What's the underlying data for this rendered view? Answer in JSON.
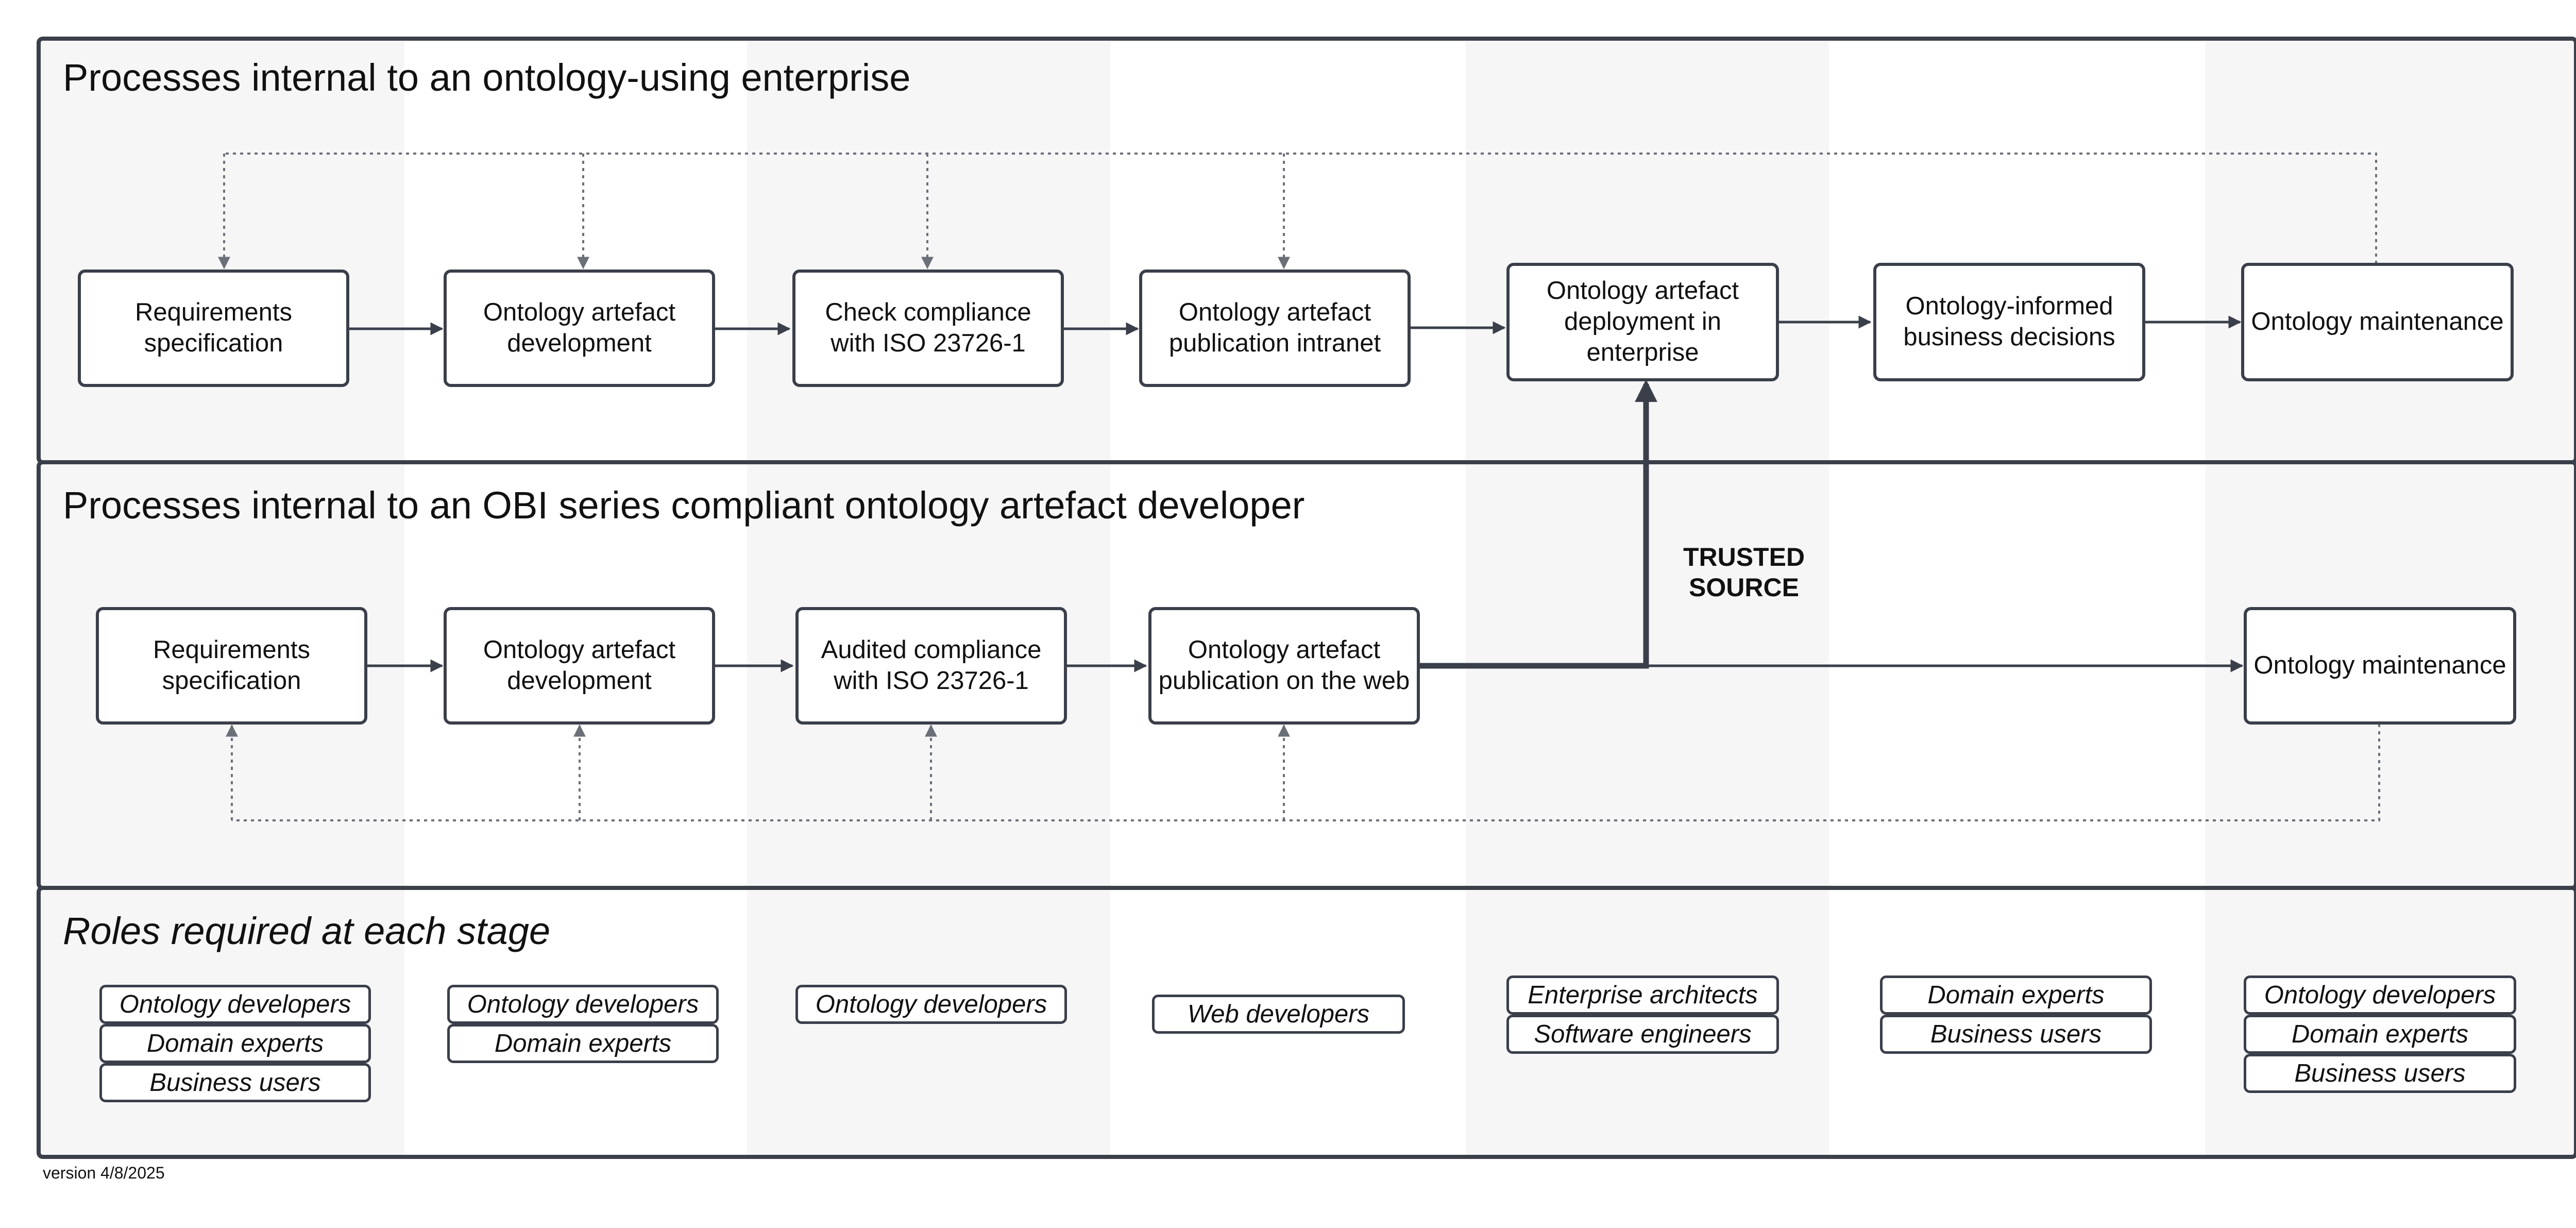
{
  "panels": {
    "enterprise_title": "Processes internal to an ontology-using enterprise",
    "developer_title": "Processes internal to an OBI series compliant ontology artefact developer",
    "roles_title": "Roles required at each stage"
  },
  "enterprise_steps": [
    "Requirements specification",
    "Ontology artefact development",
    "Check compliance with ISO 23726-1",
    "Ontology artefact publication intranet",
    "Ontology artefact deployment in enterprise",
    "Ontology-informed business decisions",
    "Ontology maintenance"
  ],
  "developer_steps": [
    "Requirements specification",
    "Ontology artefact development",
    "Audited compliance with ISO 23726-1",
    "Ontology artefact publication on the web",
    "Ontology maintenance"
  ],
  "trusted_label": "TRUSTED\nSOURCE",
  "roles": [
    [
      "Ontology developers",
      "Domain experts",
      "Business users"
    ],
    [
      "Ontology developers",
      "Domain experts"
    ],
    [
      "Ontology developers"
    ],
    [
      "Web developers"
    ],
    [
      "Enterprise architects",
      "Software engineers"
    ],
    [
      "Domain experts",
      "Business users"
    ],
    [
      "Ontology developers",
      "Domain experts",
      "Business users"
    ]
  ],
  "version": "version 4/8/2025",
  "colors": {
    "stroke": "#3a3f4a",
    "dotted": "#6b6f78",
    "column_shade": "#f6f6f7",
    "panel_fill": "#ffffff"
  }
}
